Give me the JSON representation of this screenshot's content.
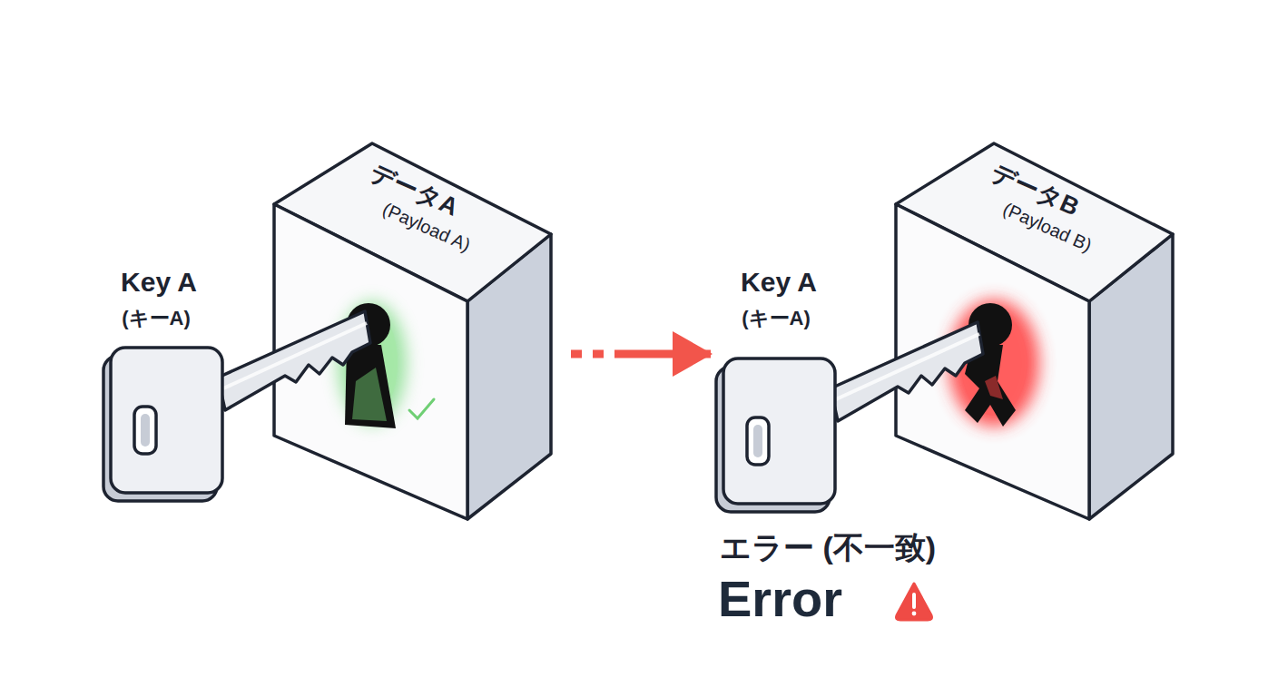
{
  "diagram": {
    "nodes": [
      {
        "text": [
          "Key A",
          "(キーA)"
        ]
      },
      {
        "text": [
          "データA",
          "(Payload A)"
        ]
      },
      {
        "text": [
          "Key A",
          "(キーA)"
        ]
      },
      {
        "text": [
          "データB",
          "(Payload B)"
        ]
      }
    ],
    "edges": [
      {
        "from": 1,
        "to": 2,
        "arrow": "to"
      }
    ],
    "labels": [
      "エラー (不一致)",
      "Error"
    ]
  }
}
